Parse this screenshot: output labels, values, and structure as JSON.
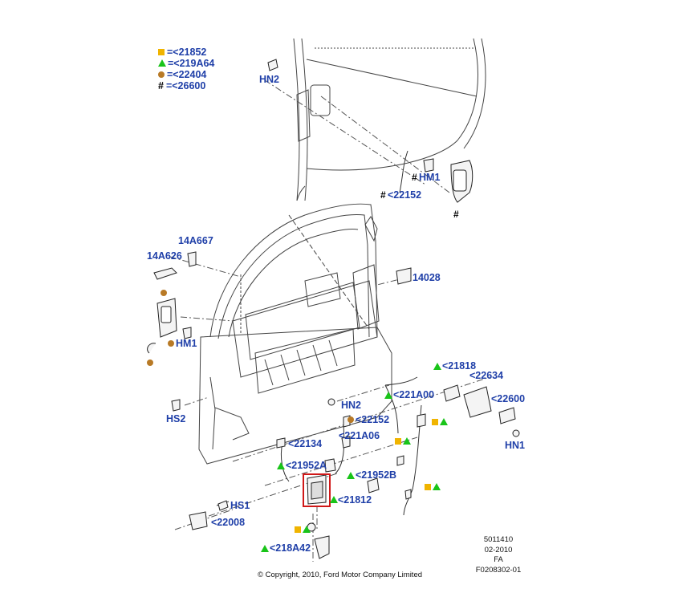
{
  "legend": [
    {
      "symbol": "square",
      "text": "=<21852"
    },
    {
      "symbol": "triangle",
      "text": "=<219A64"
    },
    {
      "symbol": "dot",
      "text": "=<22404"
    },
    {
      "symbol": "hash",
      "text": "=<26600"
    }
  ],
  "callouts": {
    "hn2_top": "HN2",
    "hm1_right": "HM1",
    "c22152_top": "<22152",
    "hash_below_handle": "#",
    "c14a667": "14A667",
    "c14a626": "14A626",
    "c14028": "14028",
    "hm1_left": "HM1",
    "c21818": "<21818",
    "c22634": "<22634",
    "c221a00": "<221A00",
    "c22600": "<22600",
    "hn2_mid": "HN2",
    "c22152_mid": "<22152",
    "hs2": "HS2",
    "hn1": "HN1",
    "c221a06": "<221A06",
    "c22134": "<22134",
    "c21952a": "<21952A",
    "c21952b": "<21952B",
    "c21812": "<21812",
    "hs1": "HS1",
    "c22008": "<22008",
    "c218a42": "<218A42"
  },
  "reference": {
    "line1": "5011410",
    "line2": "02-2010",
    "line3": "FA",
    "line4": "F0208302-01"
  },
  "copyright": "© Copyright, 2010, Ford Motor Company Limited",
  "colors": {
    "label": "#1f3fa8",
    "square": "#f0b400",
    "triangle": "#19c419",
    "dot": "#b87a26",
    "highlight": "#d01818"
  }
}
